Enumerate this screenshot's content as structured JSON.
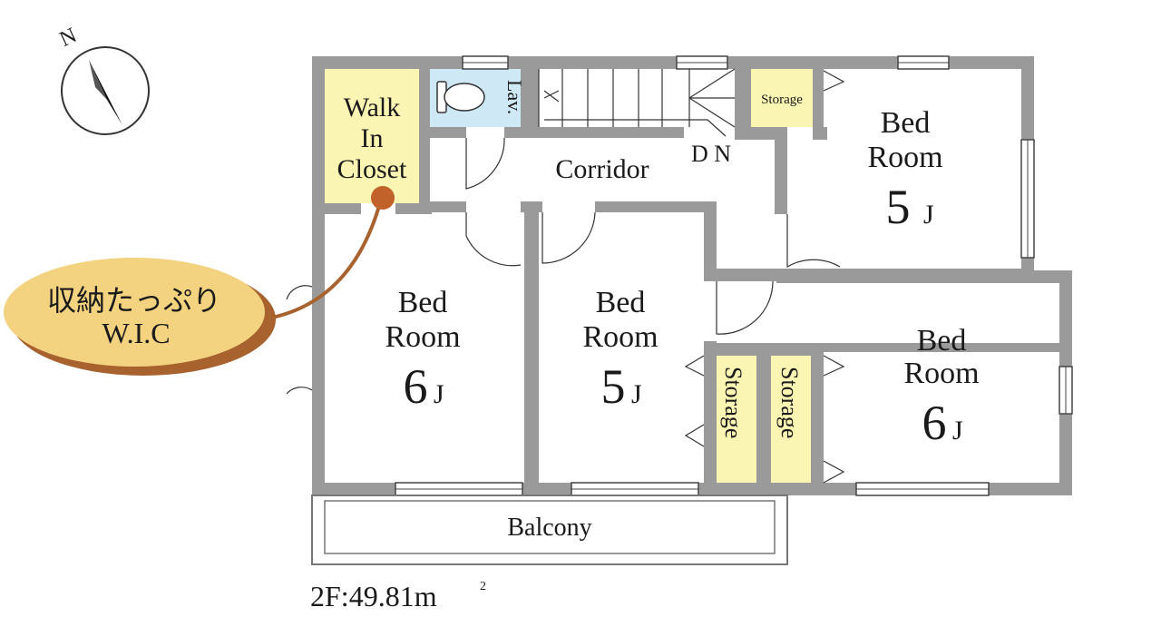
{
  "compass": {
    "north_label": "N"
  },
  "rooms": {
    "walk_in_closet": [
      "Walk",
      "In",
      "Closet"
    ],
    "lavatory": "Lav.",
    "corridor": "Corridor",
    "down": "D N",
    "storage_small": "Storage",
    "bed_topright": {
      "line1": "Bed",
      "line2": "Room",
      "size": "5",
      "unit": "J"
    },
    "bed_left": {
      "line1": "Bed",
      "line2": "Room",
      "size": "6",
      "unit": "J"
    },
    "bed_middle": {
      "line1": "Bed",
      "line2": "Room",
      "size": "5",
      "unit": "J"
    },
    "bed_right": {
      "line1": "Bed",
      "line2": "Room",
      "size": "6",
      "unit": "J"
    },
    "storage_left": "Storage",
    "storage_right": "Storage",
    "balcony": "Balcony"
  },
  "callout": {
    "line1": "収納たっぷり",
    "line2": "W.I.C"
  },
  "floor_area": {
    "label": "2F:49.81m",
    "unit_sup": "2"
  },
  "colors": {
    "wall": "#9a9a9a",
    "closet_fill": "#fbf5b4",
    "lav_fill": "#cfe8f5",
    "callout_fill": "#f3d280",
    "callout_shadow": "#a8622d",
    "pin": "#c0622a"
  }
}
